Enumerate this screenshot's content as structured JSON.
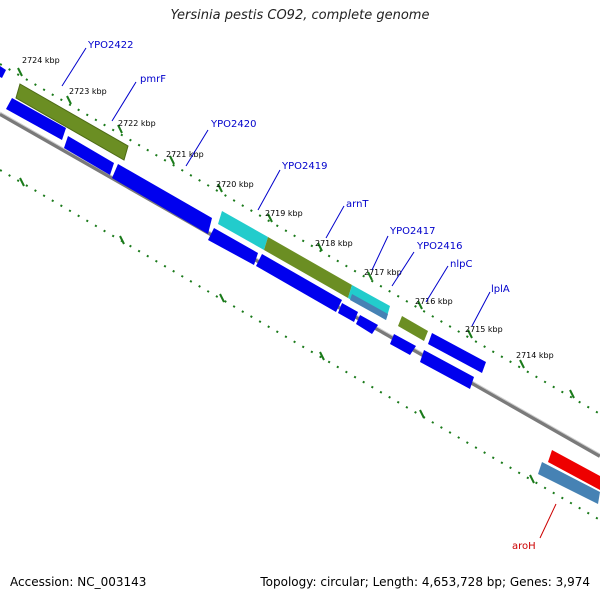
{
  "title": "Yersinia pestis CO92, complete genome",
  "footer": {
    "accession": "Accession: NC_003143",
    "topology": "Topology: circular; Length: 4,653,728 bp; Genes: 3,974"
  },
  "colors": {
    "cds_forward": "#2a7a2a",
    "blue_gene": "#0000ee",
    "olive_gene": "#6b8e23",
    "cyan_gene": "#22cccc",
    "steel_gene": "#4682b4",
    "red_gene": "#ee0000",
    "backbone": "#888888",
    "tick": "#1a7a1a",
    "label_blue": "#0000cc",
    "label_red": "#cc0000"
  },
  "ticks": [
    "2724 kbp",
    "2723 kbp",
    "2722 kbp",
    "2721 kbp",
    "2720 kbp",
    "2719 kbp",
    "2718 kbp",
    "2717 kbp",
    "2716 kbp",
    "2715 kbp",
    "2714 kbp"
  ],
  "genes": [
    "YPO2422",
    "pmrF",
    "YPO2420",
    "YPO2419",
    "arnT",
    "YPO2417",
    "YPO2416",
    "nlpC",
    "lplA",
    "aroH"
  ]
}
